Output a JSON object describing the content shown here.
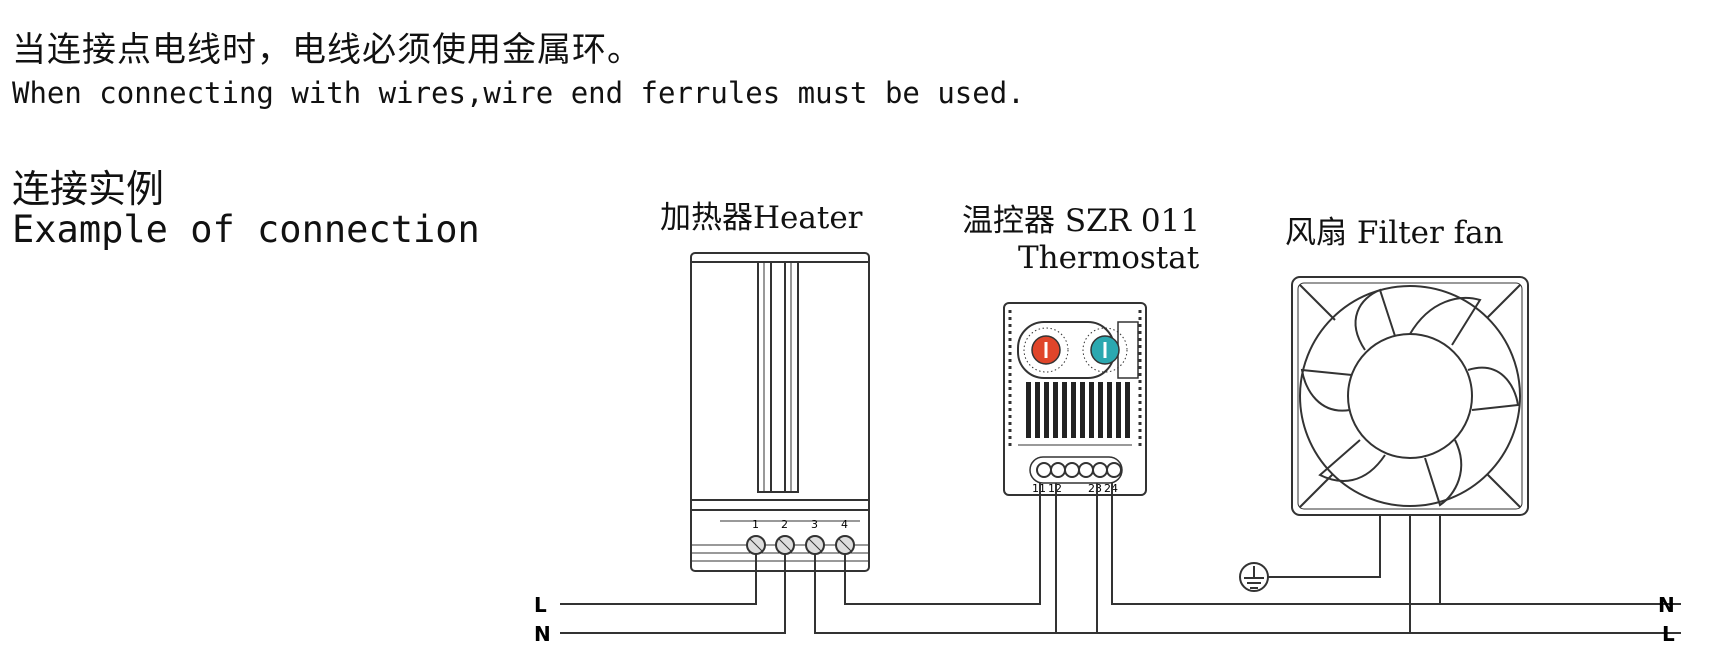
{
  "instructions": {
    "cn": "当连接点电线时，电线必须使用金属环。",
    "en": "When connecting with wires,wire end ferrules must be used."
  },
  "example": {
    "cn": "连接实例",
    "en": "Example of connection"
  },
  "devices": {
    "heater": {
      "label": "加热器Heater",
      "terminals": [
        "1",
        "2",
        "3",
        "4"
      ]
    },
    "thermostat": {
      "label_line1": "温控器 SZR 011",
      "label_line2": "Thermostat",
      "terminals": [
        "11",
        "12",
        "23",
        "24"
      ]
    },
    "fan": {
      "label": "风扇 Filter fan"
    }
  },
  "lines": {
    "left_top": "L",
    "left_bottom": "N",
    "right_top": "N",
    "right_bottom": "L"
  },
  "colors": {
    "line": "#333333",
    "knob_red": "#e0452a",
    "knob_teal": "#2ba8b0"
  }
}
